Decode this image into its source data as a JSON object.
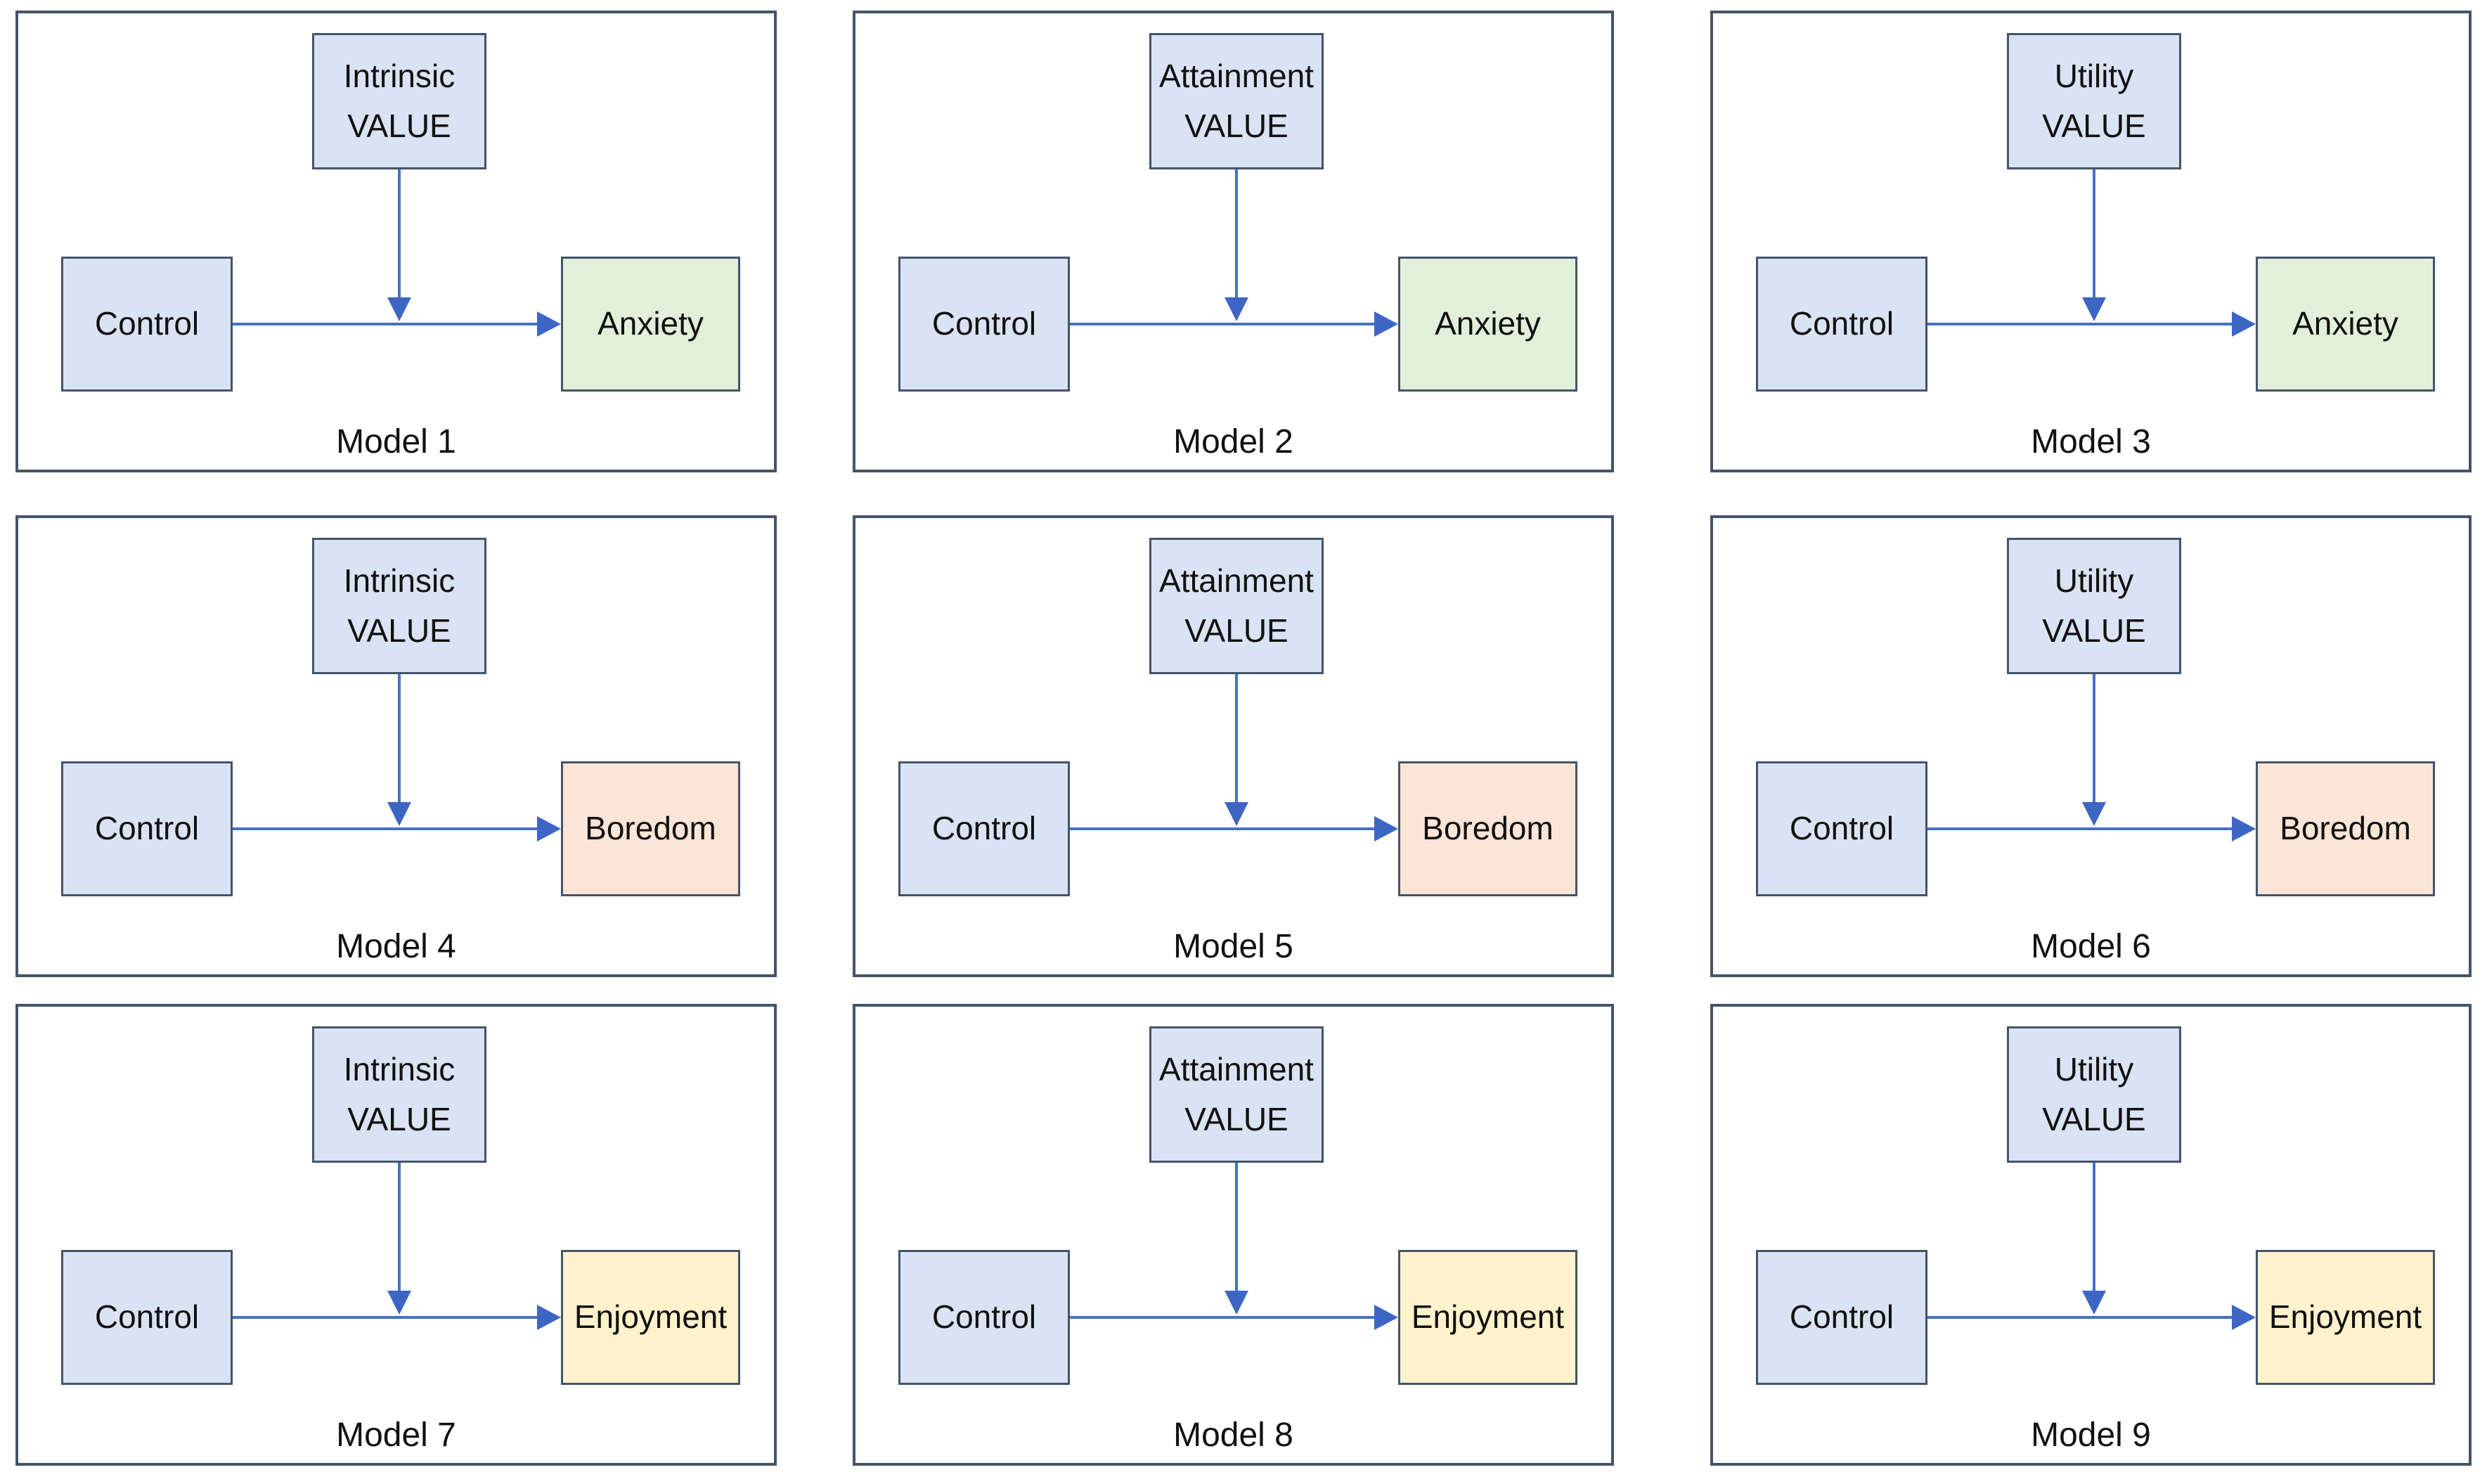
{
  "figure": {
    "type": "moderation-path-diagrams",
    "grid": "3x3",
    "colors": {
      "predictor_fill": "#dae3f3",
      "moderator_fill": "#dae3f3",
      "anxiety_fill": "#e2efda",
      "boredom_fill": "#fbe5d6",
      "enjoyment_fill": "#fff2cc",
      "arrow": "#4472c4",
      "border": "#44546a"
    }
  },
  "models": [
    {
      "label": "Model 1",
      "moderator_line1": "Intrinsic",
      "moderator_line2": "VALUE",
      "predictor": "Control",
      "outcome": "Anxiety",
      "outcome_fill": "#e2efda"
    },
    {
      "label": "Model 2",
      "moderator_line1": "Attainment",
      "moderator_line2": "VALUE",
      "predictor": "Control",
      "outcome": "Anxiety",
      "outcome_fill": "#e2efda"
    },
    {
      "label": "Model 3",
      "moderator_line1": "Utility",
      "moderator_line2": "VALUE",
      "predictor": "Control",
      "outcome": "Anxiety",
      "outcome_fill": "#e2efda"
    },
    {
      "label": "Model 4",
      "moderator_line1": "Intrinsic",
      "moderator_line2": "VALUE",
      "predictor": "Control",
      "outcome": "Boredom",
      "outcome_fill": "#fbe5d6"
    },
    {
      "label": "Model 5",
      "moderator_line1": "Attainment",
      "moderator_line2": "VALUE",
      "predictor": "Control",
      "outcome": "Boredom",
      "outcome_fill": "#fbe5d6"
    },
    {
      "label": "Model 6",
      "moderator_line1": "Utility",
      "moderator_line2": "VALUE",
      "predictor": "Control",
      "outcome": "Boredom",
      "outcome_fill": "#fbe5d6"
    },
    {
      "label": "Model 7",
      "moderator_line1": "Intrinsic",
      "moderator_line2": "VALUE",
      "predictor": "Control",
      "outcome": "Enjoyment",
      "outcome_fill": "#fff2cc"
    },
    {
      "label": "Model 8",
      "moderator_line1": "Attainment",
      "moderator_line2": "VALUE",
      "predictor": "Control",
      "outcome": "Enjoyment",
      "outcome_fill": "#fff2cc"
    },
    {
      "label": "Model 9",
      "moderator_line1": "Utility",
      "moderator_line2": "VALUE",
      "predictor": "Control",
      "outcome": "Enjoyment",
      "outcome_fill": "#fff2cc"
    }
  ]
}
